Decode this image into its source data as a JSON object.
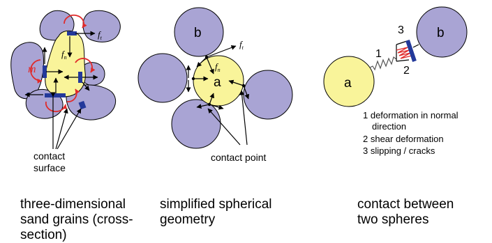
{
  "panel1": {
    "force_ft": "f",
    "force_ft_sub": "t",
    "force_fn": "f",
    "force_fn_sub": "n",
    "moment": "m",
    "label_line1": "contact",
    "label_line2": "surface",
    "caption": "three-dimensional\nsand grains (cross-\nsection)"
  },
  "panel2": {
    "grain_b": "b",
    "grain_a": "a",
    "force_ft": "f",
    "force_ft_sub": "t",
    "force_fn": "f",
    "force_fn_sub": "n",
    "label": "contact point",
    "caption": "simplified spherical\ngeometry"
  },
  "panel3": {
    "sphere_a": "a",
    "sphere_b": "b",
    "num1": "1",
    "num2": "2",
    "num3": "3",
    "legend": [
      "1 deformation in normal",
      "direction",
      "2 shear deformation",
      "3 slipping / cracks"
    ],
    "caption": "contact between\ntwo spheres"
  },
  "colors": {
    "grain_purple": "#a9a4d4",
    "grain_yellow": "#f9f49a",
    "contact_blue": "#23399a",
    "moment_red": "#e02a2a"
  }
}
